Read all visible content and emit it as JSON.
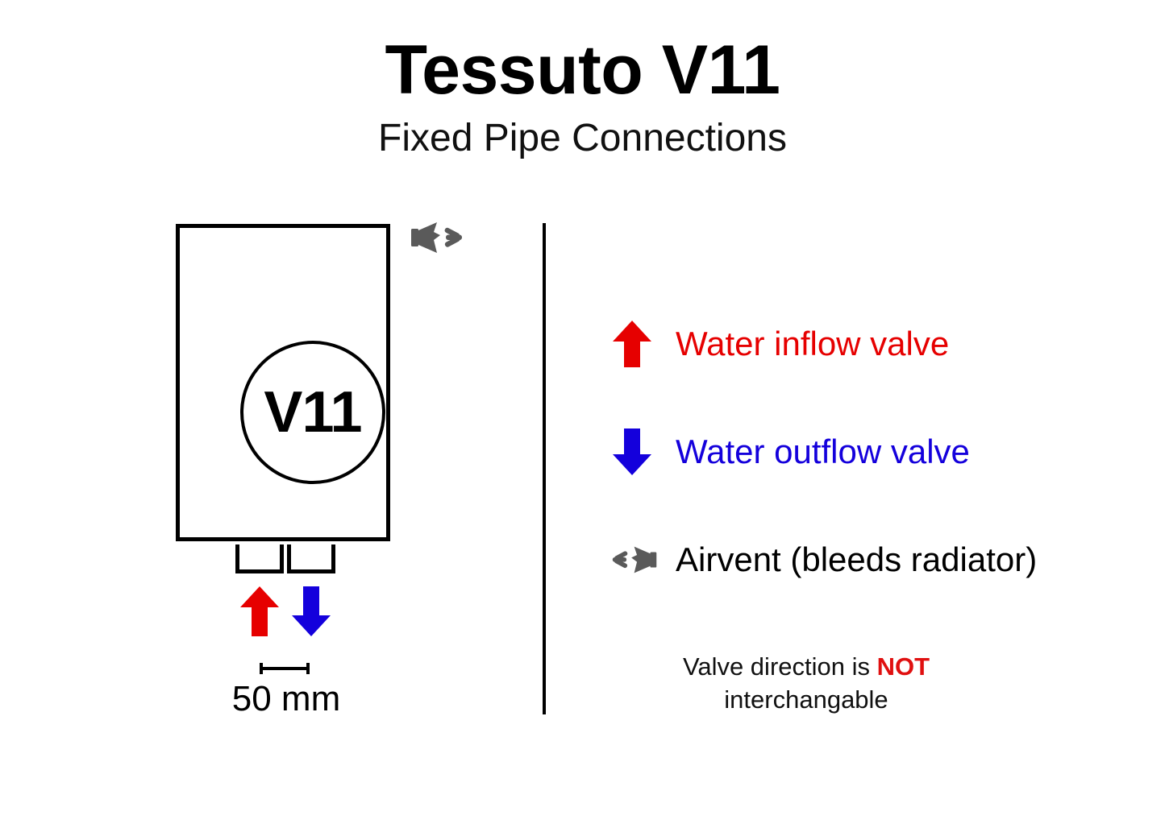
{
  "header": {
    "title": "Tessuto V11",
    "subtitle": "Fixed Pipe Connections"
  },
  "diagram": {
    "unit_label": "V11",
    "scale_label": "50 mm",
    "airvent_icon": "airvent-icon",
    "inflow_arrow_icon": "arrow-up-icon",
    "outflow_arrow_icon": "arrow-down-icon",
    "pipe_stubs": [
      {
        "name": "inflow",
        "arrow": "arrow-up-icon"
      },
      {
        "name": "outflow",
        "arrow": "arrow-down-icon"
      }
    ]
  },
  "legend": {
    "items": [
      {
        "icon": "arrow-up-icon",
        "label": "Water inflow valve",
        "color": "#E60000"
      },
      {
        "icon": "arrow-down-icon",
        "label": "Water outflow valve",
        "color": "#1400DC"
      },
      {
        "icon": "airvent-icon",
        "label": "Airvent (bleeds radiator)",
        "color": "#000000"
      }
    ]
  },
  "warning": {
    "line1_before": "Valve direction is ",
    "line1_emphasis": "NOT",
    "line2": "interchangable"
  },
  "colors": {
    "inflow_red": "#E60000",
    "outflow_blue": "#1400DC",
    "airvent_gray": "#5A5A5A",
    "outline_black": "#000000",
    "background": "#FFFFFF",
    "warning_red": "#E01010"
  }
}
